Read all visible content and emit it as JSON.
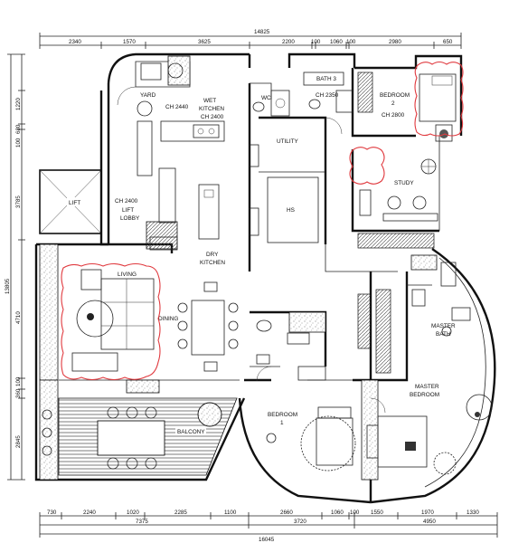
{
  "dimensions": {
    "top_overall": "14825",
    "top": [
      "2340",
      "1570",
      "3625",
      "2200",
      "100",
      "1060",
      "100",
      "2980",
      "650"
    ],
    "left": [
      "1220",
      "680",
      "100",
      "3785",
      "13805",
      "4710",
      "100",
      "360",
      "2845"
    ],
    "bottom_row1": [
      "730",
      "2240",
      "1020",
      "2285",
      "1100",
      "2660",
      "1060",
      "100",
      "1550",
      "1970",
      "1330"
    ],
    "bottom_row2": [
      "7375",
      "3720",
      "4950"
    ],
    "bottom_overall": "16045"
  },
  "rooms": {
    "yard": "YARD",
    "wet_kitchen": "WET",
    "wet_kitchen_2": "KITCHEN",
    "wc": "WC",
    "bath3": "BATH 3",
    "bedroom2": "BEDROOM",
    "bedroom2_num": "2",
    "utility": "UTILITY",
    "study": "STUDY",
    "lift": "LIFT",
    "lift_lobby": "LIFT",
    "lift_lobby_2": "LOBBY",
    "hs": "HS",
    "dry_kitchen": "DRY",
    "dry_kitchen_2": "KITCHEN",
    "living": "LIVING",
    "dining": "DINING",
    "master_bath": "MASTER",
    "master_bath_2": "BATH",
    "master_bedroom": "MASTER",
    "master_bedroom_2": "BEDROOM",
    "bedroom1": "BEDROOM",
    "bedroom1_num": "1",
    "balcony": "BALCONY"
  },
  "ceiling_heights": {
    "ch1": "CH 2440",
    "ch2": "CH 2400",
    "ch3": "CH 2350",
    "ch4": "CH 2800",
    "ch5": "CH 2400"
  },
  "colors": {
    "highlight": "#e0393e",
    "line": "#111111"
  }
}
